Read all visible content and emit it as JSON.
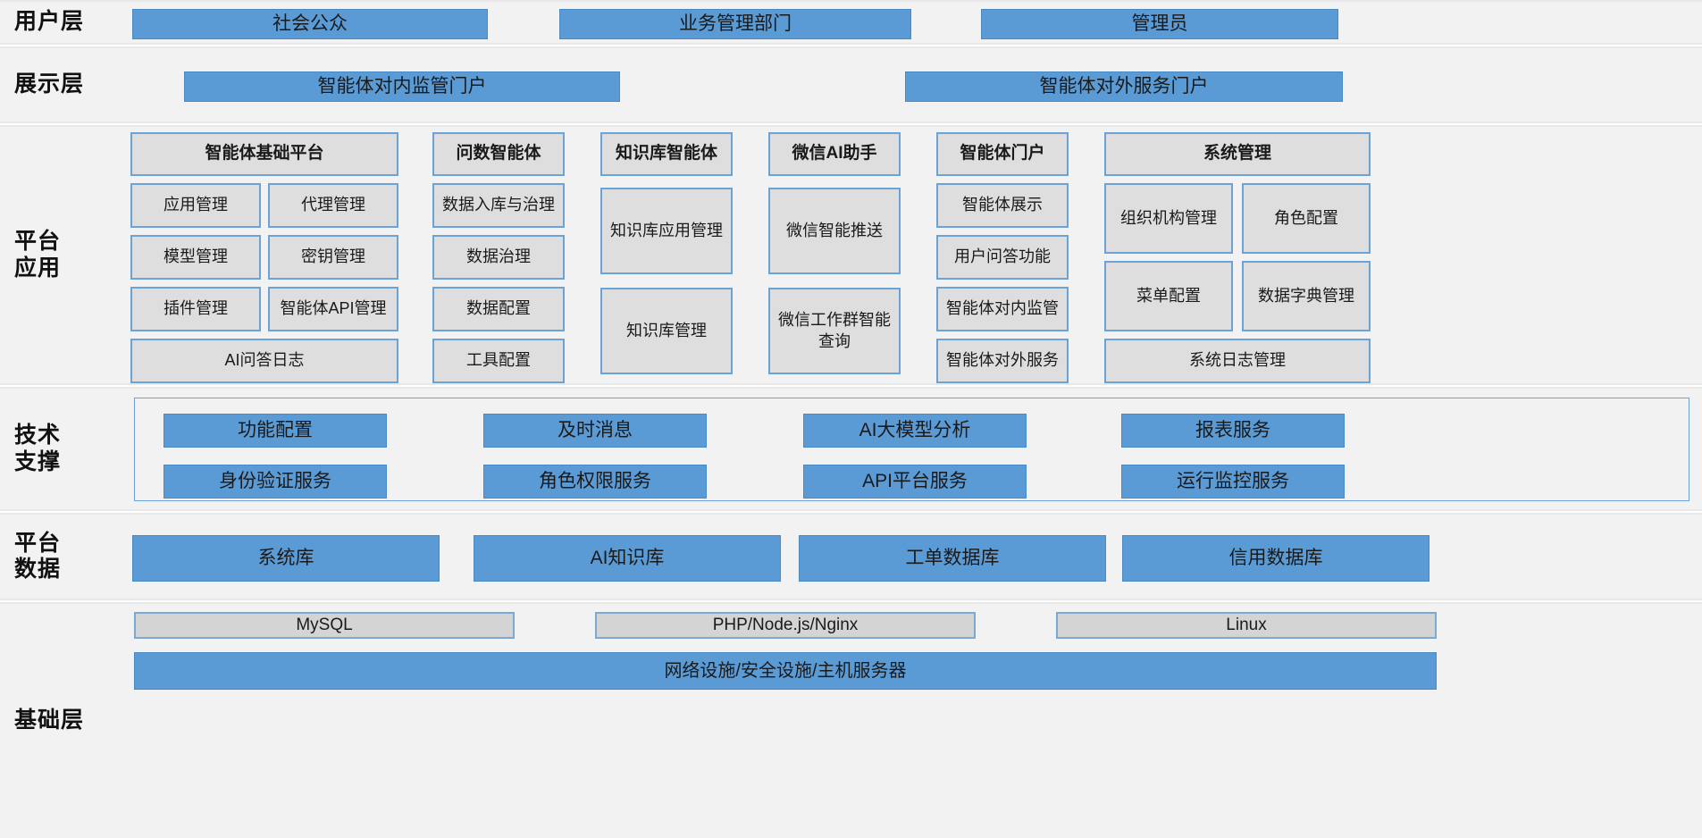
{
  "layers": {
    "user": {
      "label": "用户层",
      "items": [
        {
          "label": "社会公众"
        },
        {
          "label": "业务管理部门"
        },
        {
          "label": "管理员"
        }
      ]
    },
    "presentation": {
      "label": "展示层",
      "items": [
        {
          "label": "智能体对内监管门户"
        },
        {
          "label": "智能体对外服务门户"
        }
      ]
    },
    "platform_app": {
      "label_line1": "平台",
      "label_line2": "应用",
      "columns": [
        {
          "head": "智能体基础平台",
          "items": [
            "应用管理",
            "代理管理",
            "模型管理",
            "密钥管理",
            "插件管理",
            "智能体API管理",
            "AI问答日志"
          ]
        },
        {
          "head": "问数智能体",
          "items": [
            "数据入库与治理",
            "数据治理",
            "数据配置",
            "工具配置"
          ]
        },
        {
          "head": "知识库智能体",
          "items": [
            "知识库应用管理",
            "知识库管理"
          ]
        },
        {
          "head": "微信AI助手",
          "items": [
            "微信智能推送",
            "微信工作群智能查询"
          ]
        },
        {
          "head": "智能体门户",
          "items": [
            "智能体展示",
            "用户问答功能",
            "智能体对内监管",
            "智能体对外服务"
          ]
        },
        {
          "head": "系统管理",
          "items": [
            "组织机构管理",
            "角色配置",
            "菜单配置",
            "数据字典管理",
            "系统日志管理"
          ]
        }
      ]
    },
    "tech_support": {
      "label_line1": "技术",
      "label_line2": "支撑",
      "row1": [
        "功能配置",
        "及时消息",
        "AI大模型分析",
        "报表服务"
      ],
      "row2": [
        "身份验证服务",
        "角色权限服务",
        "API平台服务",
        "运行监控服务"
      ]
    },
    "platform_data": {
      "label_line1": "平台",
      "label_line2": "数据",
      "items": [
        "系统库",
        "AI知识库",
        "工单数据库",
        "信用数据库"
      ]
    },
    "infrastructure": {
      "label": "基础层",
      "software": [
        "MySQL",
        "PHP/Node.js/Nginx",
        "Linux"
      ],
      "network": "网络设施/安全设施/主机服务器"
    }
  },
  "colors": {
    "accent_blue": "#5b9bd5",
    "box_gray": "#dedede",
    "band_bg": "#f2f2f2",
    "border_blue": "#6ba3d6"
  }
}
